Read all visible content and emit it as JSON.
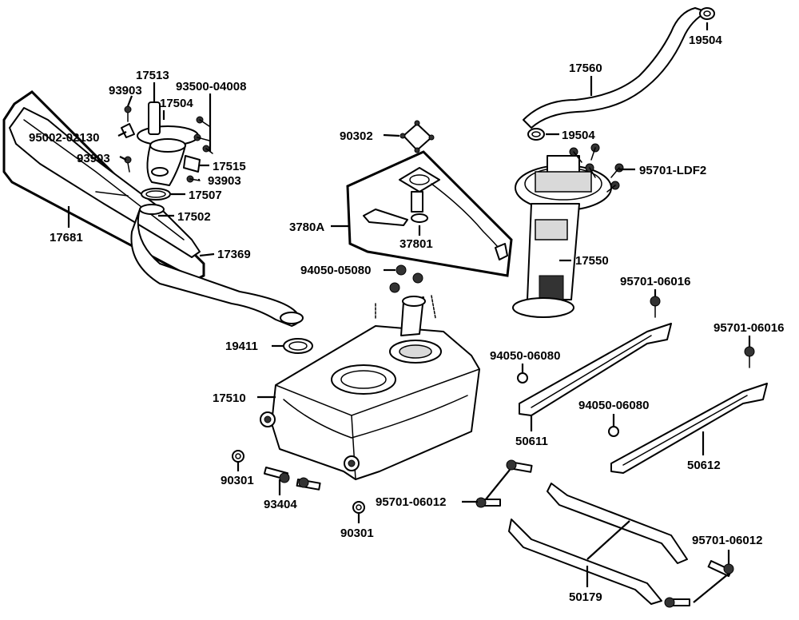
{
  "labels": {
    "l19504a": "19504",
    "l17560": "17560",
    "l19504b": "19504",
    "l95701ldf2": "95701-LDF2",
    "l17513": "17513",
    "l93903a": "93903",
    "l9350004008": "93500-04008",
    "l17504": "17504",
    "l9500202130": "95002-02130",
    "l93903b": "93903",
    "l17515": "17515",
    "l93903c": "93903",
    "l17507": "17507",
    "l17502": "17502",
    "l17681": "17681",
    "l17369": "17369",
    "l90302": "90302",
    "l3780a": "3780A",
    "l37801": "37801",
    "l17550": "17550",
    "l9405005080": "94050-05080",
    "l9570106016a": "95701-06016",
    "l9570106016b": "95701-06016",
    "l19411": "19411",
    "l9405006080a": "94050-06080",
    "l9405006080b": "94050-06080",
    "l17510": "17510",
    "l50611": "50611",
    "l50612": "50612",
    "l90301a": "90301",
    "l93404": "93404",
    "l9570106012a": "95701-06012",
    "l90301b": "90301",
    "l9570106012b": "95701-06012",
    "l50179": "50179"
  }
}
